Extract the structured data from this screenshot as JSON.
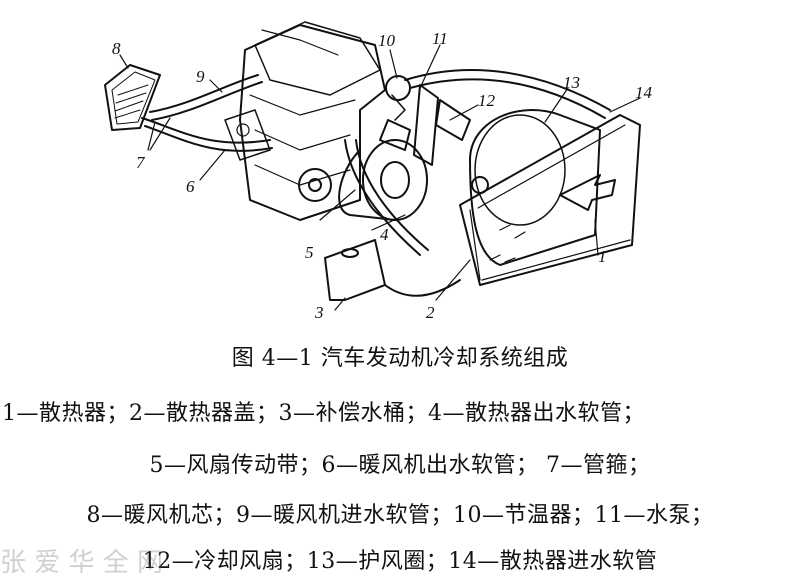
{
  "figure": {
    "title": "图 4—1 汽车发动机冷却系统组成",
    "legend_lines": [
      "1—散热器；2—散热器盖；3—补偿水桶；4—散热器出水软管；",
      "5—风扇传动带；6—暖风机出水软管； 7—管箍；",
      "8—暖风机芯；9—暖风机进水软管；10—节温器；11—水泵；",
      "12—冷却风扇；13—护风圈；14—散热器进水软管"
    ],
    "watermark": "张 爱 华 全 网"
  },
  "callouts": [
    "1",
    "2",
    "3",
    "4",
    "5",
    "6",
    "7",
    "8",
    "9",
    "10",
    "11",
    "12",
    "13",
    "14"
  ]
}
